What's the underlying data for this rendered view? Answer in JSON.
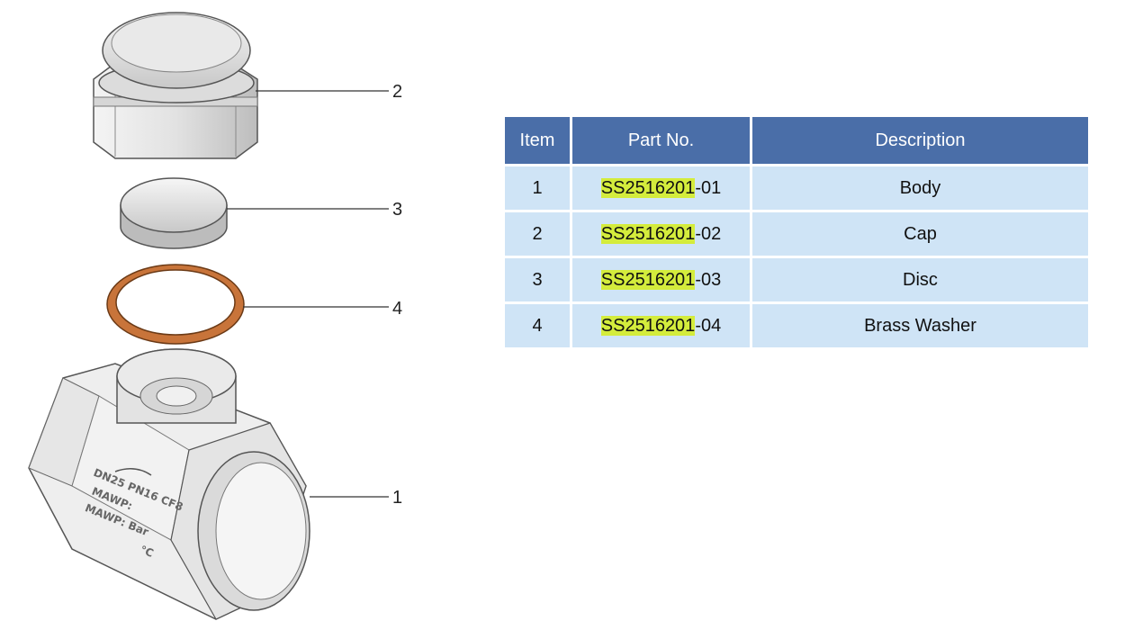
{
  "callouts": {
    "cap": "2",
    "disc": "3",
    "washer": "4",
    "body": "1"
  },
  "body_markings": {
    "line1": "DN25  PN16  CF8",
    "line2": "MAWP:",
    "line3": "MAWP:      Bar",
    "line4": "°C"
  },
  "table": {
    "headers": {
      "item": "Item",
      "part_no": "Part No.",
      "description": "Description"
    },
    "rows": [
      {
        "item": "1",
        "part_prefix": "SS2516201",
        "part_suffix": "-01",
        "description": "Body"
      },
      {
        "item": "2",
        "part_prefix": "SS2516201",
        "part_suffix": "-02",
        "description": "Cap"
      },
      {
        "item": "3",
        "part_prefix": "SS2516201",
        "part_suffix": "-03",
        "description": "Disc"
      },
      {
        "item": "4",
        "part_prefix": "SS2516201",
        "part_suffix": "-04",
        "description": "Brass Washer"
      }
    ]
  },
  "colors": {
    "header_bg": "#4a6ea8",
    "row_bg": "#cfe4f6",
    "highlight": "#d4ec3c",
    "washer": "#c8743a"
  }
}
